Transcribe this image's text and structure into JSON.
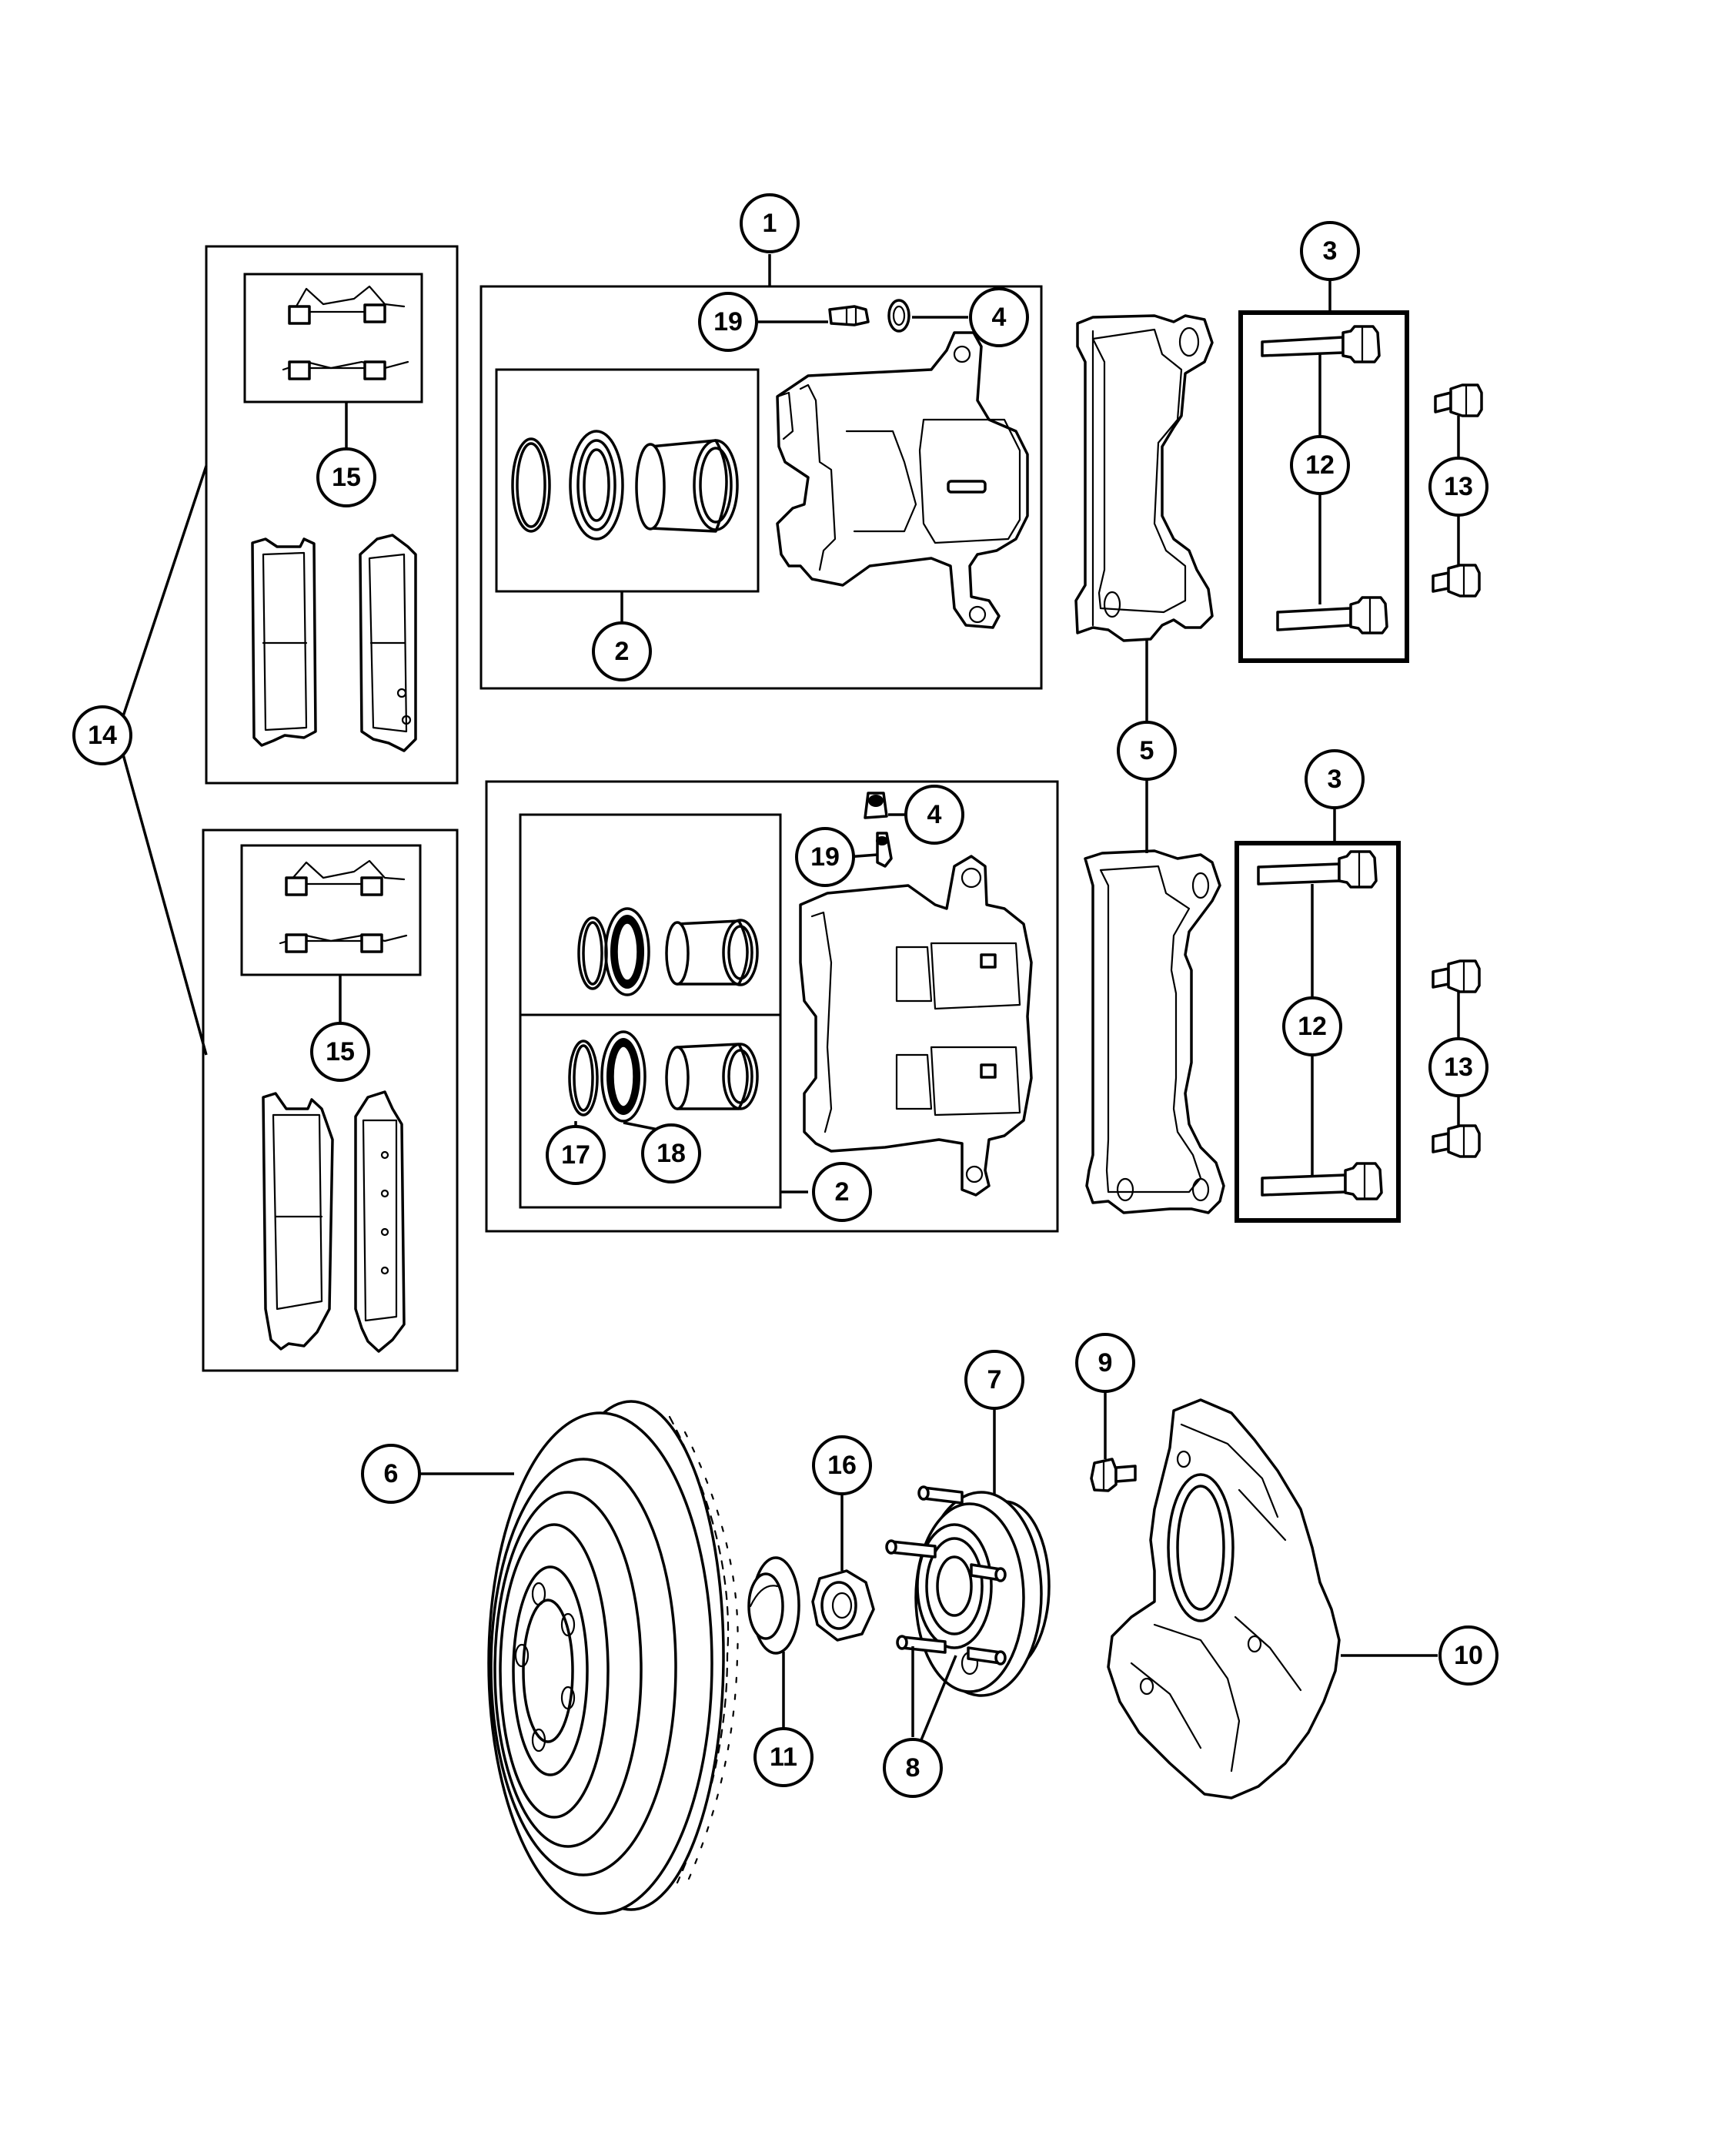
{
  "callouts": {
    "c1": "1",
    "c2a": "2",
    "c2b": "2",
    "c3a": "3",
    "c3b": "3",
    "c4a": "4",
    "c4b": "4",
    "c5": "5",
    "c6": "6",
    "c7": "7",
    "c8": "8",
    "c9": "9",
    "c10": "10",
    "c11": "11",
    "c12a": "12",
    "c12b": "12",
    "c13a": "13",
    "c13b": "13",
    "c14": "14",
    "c15a": "15",
    "c15b": "15",
    "c16": "16",
    "c17": "17",
    "c18": "18",
    "c19a": "19",
    "c19b": "19"
  },
  "colors": {
    "line": "#000000",
    "background": "#ffffff"
  }
}
